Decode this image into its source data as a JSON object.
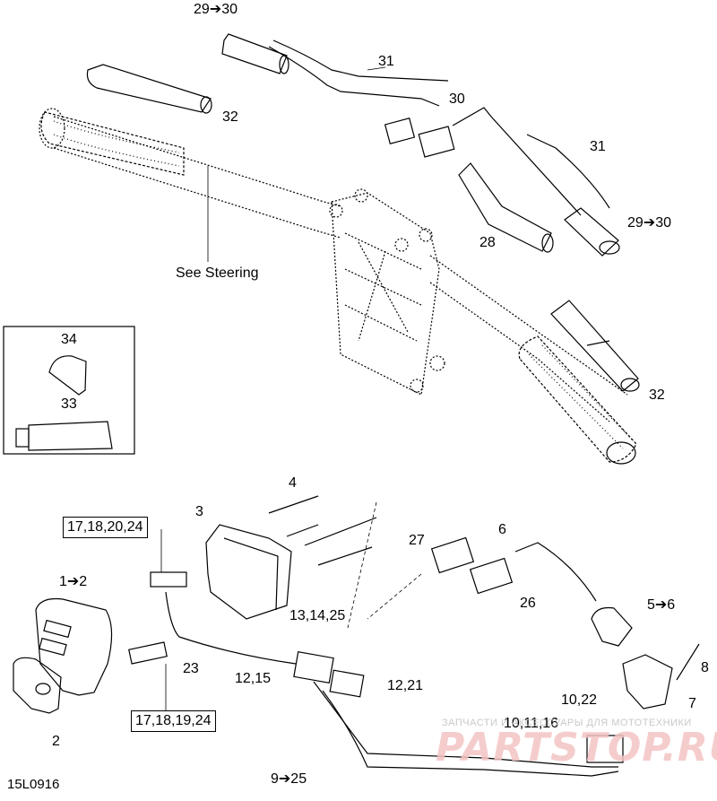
{
  "labels": {
    "l29_30_top": "29➔30",
    "l31_top": "31",
    "l32_top": "32",
    "l30": "30",
    "l31_right": "31",
    "l28": "28",
    "l29_30_right": "29➔30",
    "see_steering": "See Steering",
    "l32_right": "32",
    "l34": "34",
    "l33": "33",
    "l4": "4",
    "l3": "3",
    "box_top": "17,18,20,24",
    "l1_2": "1➔2",
    "l27": "27",
    "l6": "6",
    "l26": "26",
    "l5_6": "5➔6",
    "l13_14_25": "13,14,25",
    "l12_15": "12,15",
    "l12_21": "12,21",
    "l23": "23",
    "l8": "8",
    "l7": "7",
    "l2": "2",
    "box_bottom": "17,18,19,24",
    "l10_22": "10,22",
    "l10_11_16": "10,11,16",
    "l9_25": "9➔25"
  },
  "watermark": {
    "small": "ЗАПЧАСТИ И АКСЕССУАРЫ ДЛЯ МОТОТЕХНИКИ",
    "big": "PARTSTOP.RU",
    "color": "#e05050"
  },
  "drawing_code": "15L0916"
}
